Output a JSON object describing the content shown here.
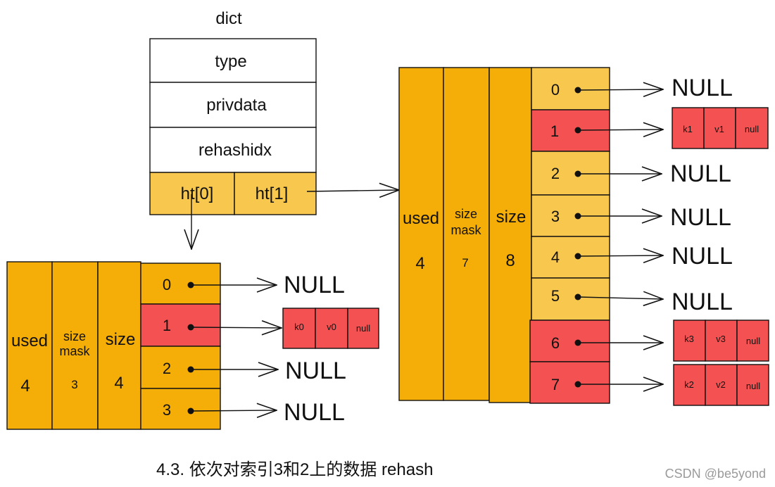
{
  "colors": {
    "orange": "#F5AE08",
    "light_orange": "#F8C74E",
    "red": "#F45252",
    "white": "#FFFFFF",
    "stroke": "#111111"
  },
  "dict": {
    "title": "dict",
    "fields": [
      "type",
      "privdata",
      "rehashidx"
    ],
    "ht0": "ht[0]",
    "ht1": "ht[1]"
  },
  "ht0": {
    "used_label": "used",
    "used_value": "4",
    "sizemask_label_1": "size",
    "sizemask_label_2": "mask",
    "sizemask_value": "3",
    "size_label": "size",
    "size_value": "4",
    "buckets": [
      {
        "index": "0",
        "target": "NULL"
      },
      {
        "index": "1",
        "entry": [
          "k0",
          "v0",
          "null"
        ]
      },
      {
        "index": "2",
        "target": "NULL"
      },
      {
        "index": "3",
        "target": "NULL"
      }
    ]
  },
  "ht1": {
    "used_label": "used",
    "used_value": "4",
    "sizemask_label_1": "size",
    "sizemask_label_2": "mask",
    "sizemask_value": "7",
    "size_label": "size",
    "size_value": "8",
    "buckets": [
      {
        "index": "0",
        "target": "NULL"
      },
      {
        "index": "1",
        "entry": [
          "k1",
          "v1",
          "null"
        ]
      },
      {
        "index": "2",
        "target": "NULL"
      },
      {
        "index": "3",
        "target": "NULL"
      },
      {
        "index": "4",
        "target": "NULL"
      },
      {
        "index": "5",
        "target": "NULL"
      },
      {
        "index": "6",
        "entry": [
          "k3",
          "v3",
          "null"
        ]
      },
      {
        "index": "7",
        "entry": [
          "k2",
          "v2",
          "null"
        ]
      }
    ]
  },
  "caption": "4.3. 依次对索引3和2上的数据 rehash",
  "watermark": "CSDN @be5yond"
}
